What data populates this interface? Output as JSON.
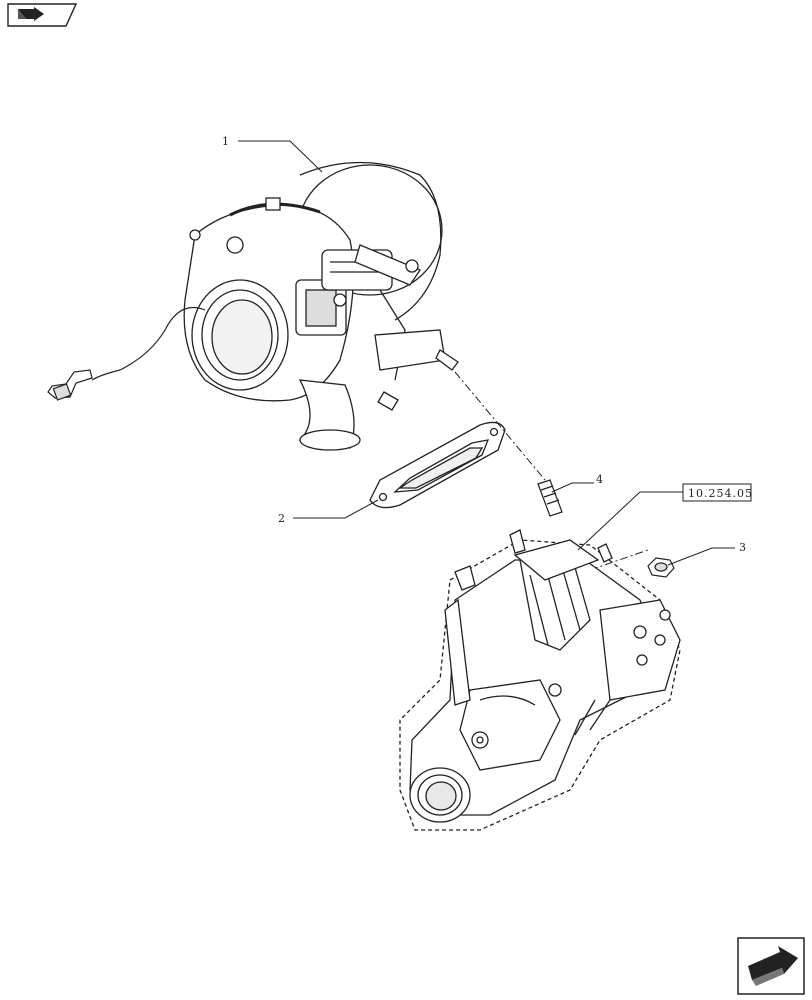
{
  "page": {
    "nav_prev_icon": "back-arrow-icon",
    "nav_next_icon": "next-page-arrow-icon"
  },
  "diagram": {
    "callouts": [
      {
        "id": "1",
        "label": "1"
      },
      {
        "id": "2",
        "label": "2"
      },
      {
        "id": "3",
        "label": "3"
      },
      {
        "id": "4",
        "label": "4"
      }
    ],
    "reference": {
      "label": "10.254.05"
    },
    "parts": [
      {
        "callout": "1",
        "name": "turbocharger"
      },
      {
        "callout": "2",
        "name": "gasket"
      },
      {
        "callout": "3",
        "name": "nut"
      },
      {
        "callout": "4",
        "name": "stud"
      }
    ]
  },
  "colors": {
    "line": "#222222",
    "fill": "#ffffff",
    "shade": "#cfcfcf"
  }
}
